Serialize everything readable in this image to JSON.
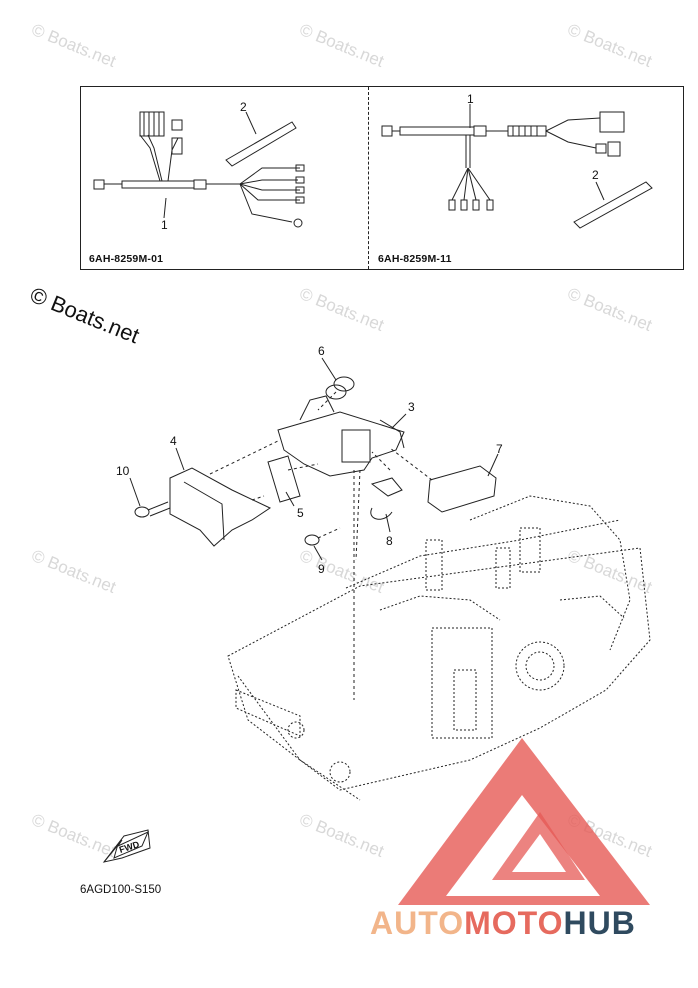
{
  "watermark": {
    "text": "© Boats.net"
  },
  "inset": {
    "left_panel": {
      "part_code": "6AH-8259M-01",
      "callouts": [
        "1",
        "2"
      ]
    },
    "right_panel": {
      "part_code": "6AH-8259M-11",
      "callouts": [
        "1",
        "2"
      ]
    }
  },
  "main_callouts": [
    "3",
    "4",
    "5",
    "6",
    "7",
    "8",
    "9",
    "10"
  ],
  "fwd_label": "FWD",
  "diagram_code": "6AGD100-S150",
  "brand": {
    "part1": "AUTO",
    "part2": "MOTO",
    "part3": "HUB",
    "colors": {
      "auto": "#f2b58a",
      "moto": "#e66a5e",
      "hub": "#2f4a5f",
      "logo": "#e65a55"
    }
  }
}
